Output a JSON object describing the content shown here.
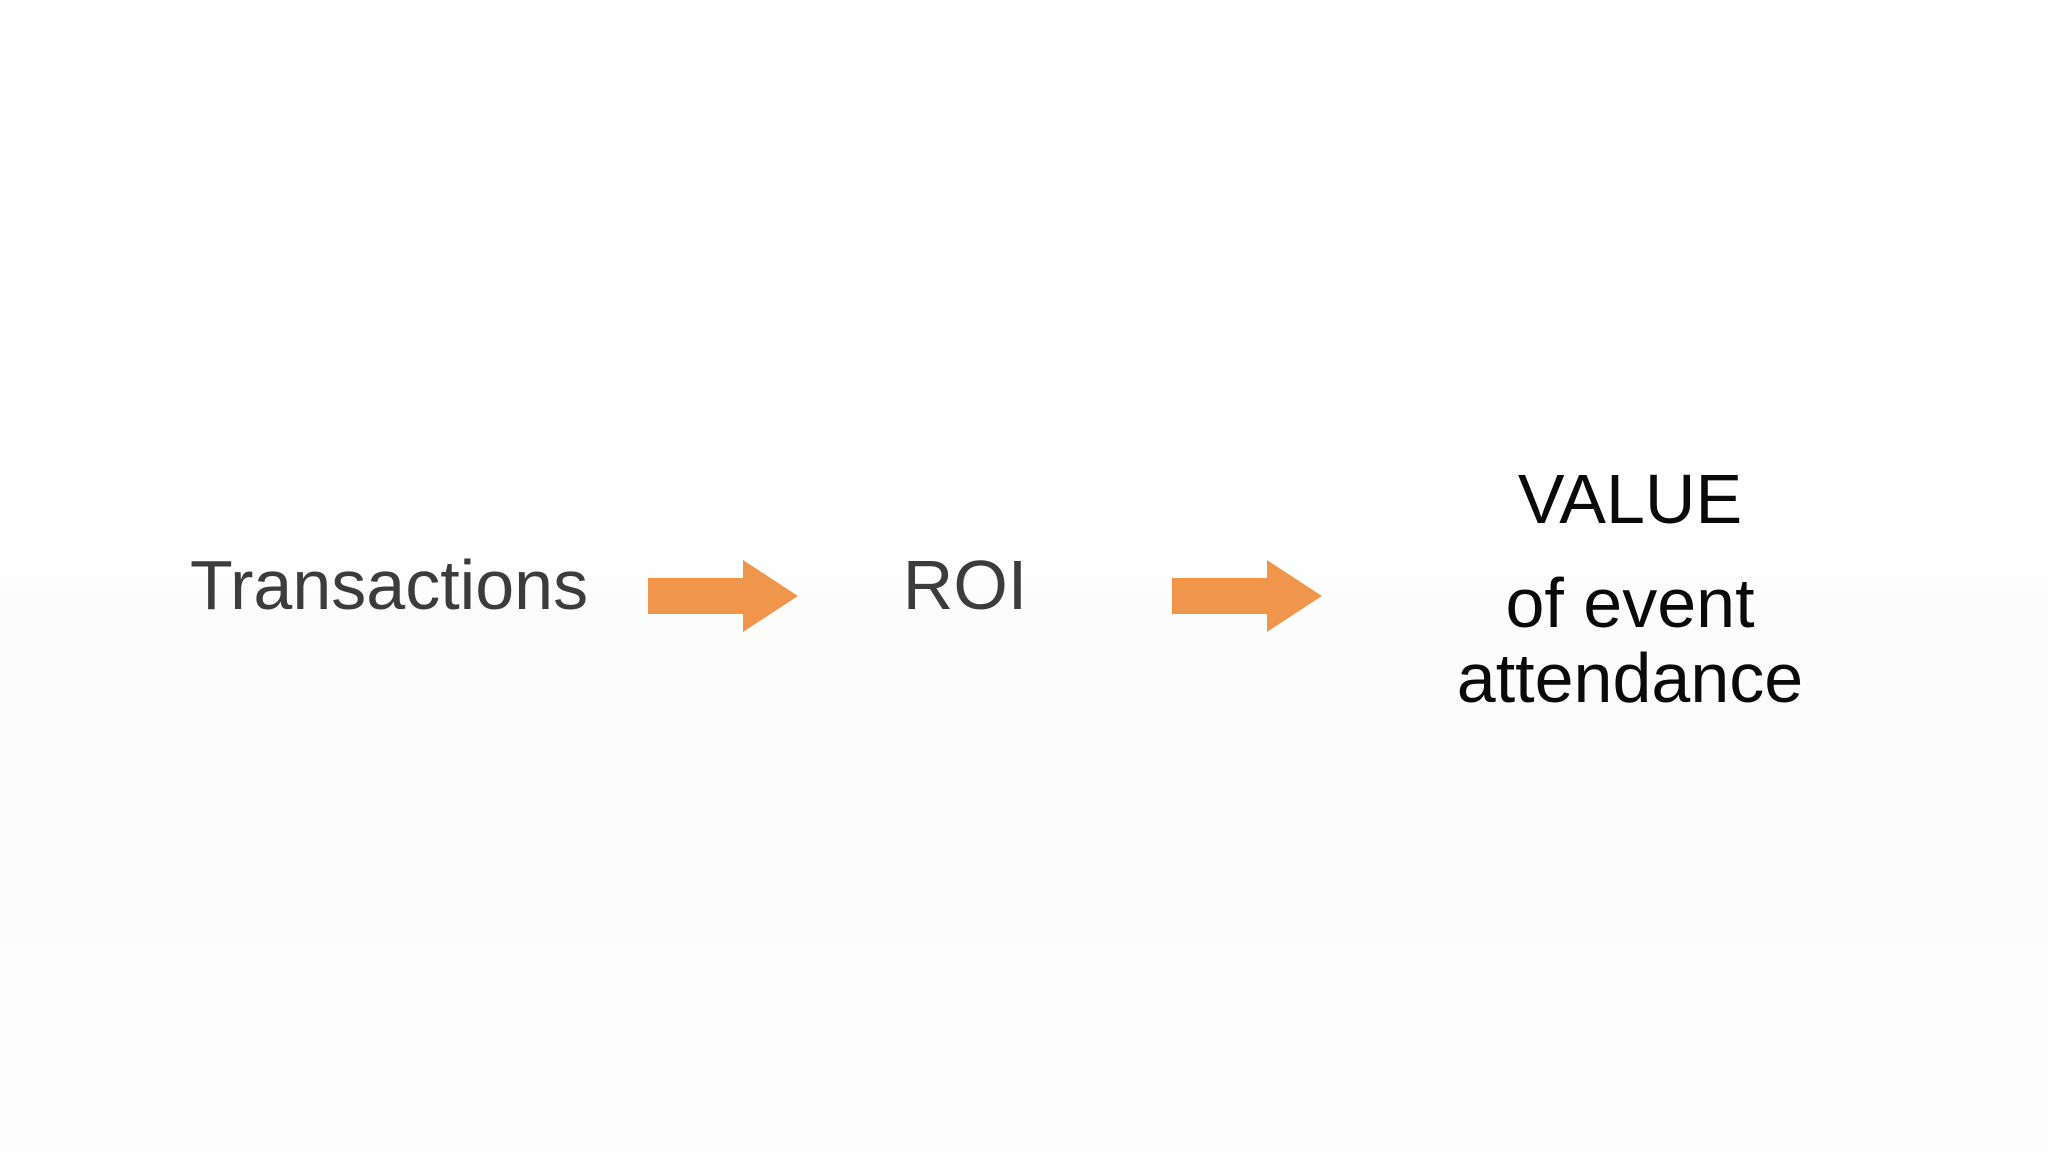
{
  "flow": {
    "step1_label": "Transactions",
    "step2_label": "ROI",
    "result_title": "VALUE",
    "result_subtitle": "of event attendance"
  },
  "icons": {
    "arrow1": "right-arrow",
    "arrow2": "right-arrow"
  },
  "colors": {
    "background": "#FDFDFD",
    "arrow": "#F0964C",
    "step_text": "#3C3C3C",
    "result_text": "#0A0A0A"
  }
}
